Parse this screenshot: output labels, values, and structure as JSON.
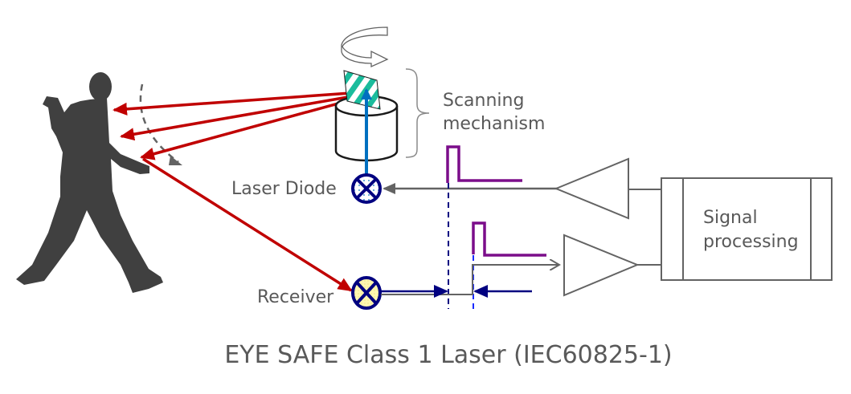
{
  "labels": {
    "scanning_line1": "Scanning",
    "scanning_line2": "mechanism",
    "laser_diode": "Laser Diode",
    "receiver": "Receiver",
    "signal_line1": "Signal",
    "signal_line2": "processing",
    "caption": "EYE SAFE Class 1 Laser (IEC60825-1)"
  },
  "colors": {
    "beam": "#C00000",
    "diode_beam": "#0070C0",
    "pulse": "#7B0D8A",
    "timing": "#000080",
    "wire": "#636363",
    "silhouette": "#404040",
    "mirror_stripe": "#1ABC9C",
    "receiver_fill": "#FFF8B8"
  }
}
